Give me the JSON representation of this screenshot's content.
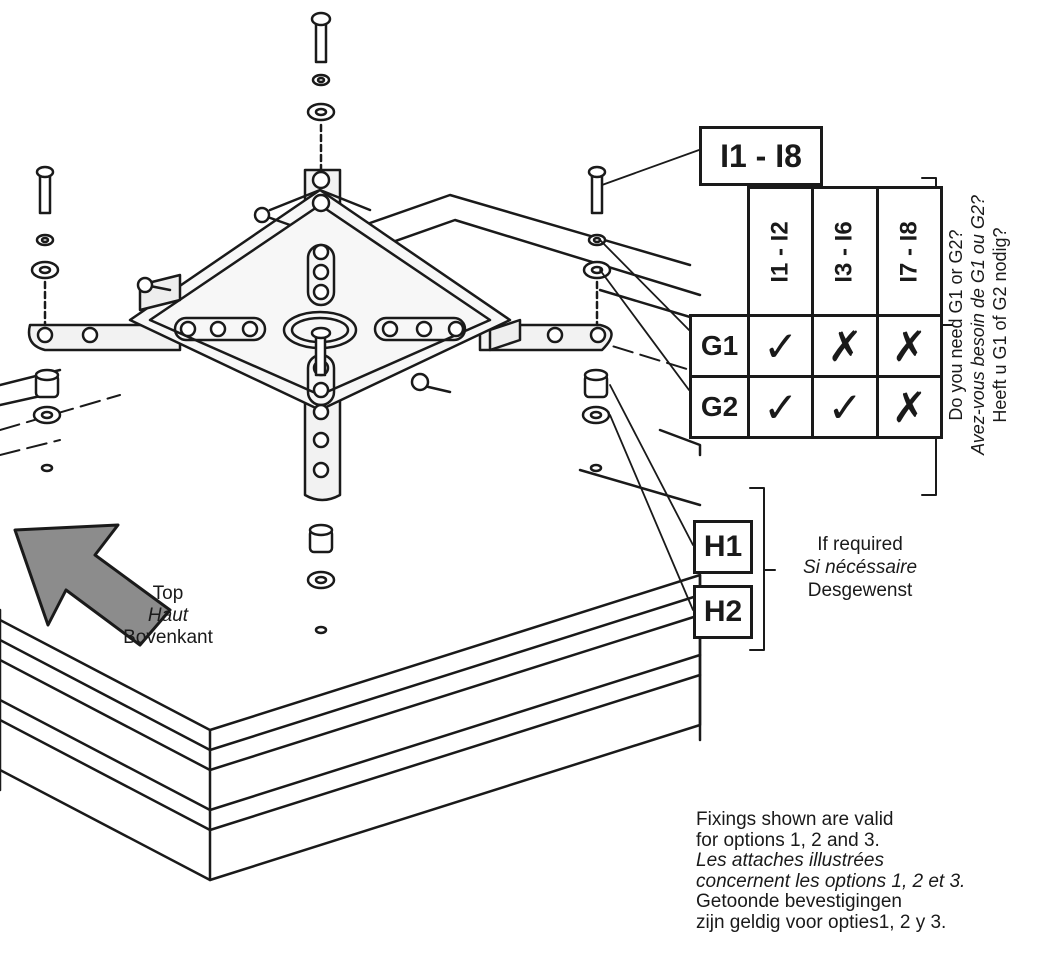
{
  "parts": {
    "screws": "I1 - I8",
    "h1": "H1",
    "h2": "H2"
  },
  "compat_table": {
    "columns": [
      "I1 - I2",
      "I3 - I6",
      "I7 - I8"
    ],
    "rows": [
      {
        "label": "G1",
        "cells": [
          "✓",
          "✗",
          "✗"
        ]
      },
      {
        "label": "G2",
        "cells": [
          "✓",
          "✓",
          "✗"
        ]
      }
    ]
  },
  "question": {
    "en": "Do you need G1 or G2?",
    "fr": "Avez-vous besoin de G1 ou G2?",
    "nl": "Heeft u G1 of G2 nodig?"
  },
  "required": {
    "en": "If required",
    "fr": "Si nécéssaire",
    "nl": "Desgewenst"
  },
  "top": {
    "en": "Top",
    "fr": "Haut",
    "nl": "Bovenkant"
  },
  "note": {
    "en1": "Fixings shown are valid",
    "en2": "for options 1, 2 and 3.",
    "fr1": "Les attaches illustrées",
    "fr2": "concernent les options 1, 2 et 3.",
    "nl1": "Getoonde bevestigingen",
    "nl2": "zijn geldig voor opties1, 2 y 3."
  },
  "colors": {
    "ink": "#1a1a1a",
    "arrow_fill": "#8c8c8c"
  }
}
